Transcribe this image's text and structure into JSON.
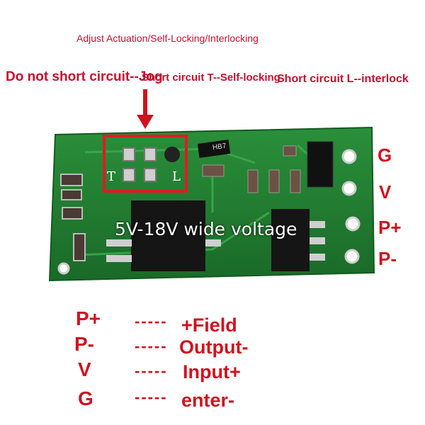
{
  "header": {
    "title": "Adjust Actuation/Self-Locking/Interlocking",
    "jog": "Do not short circuit--Jog",
    "self_locking": "Short circuit T--Self-locking",
    "interlock": "Short circuit L--interlock"
  },
  "board": {
    "voltage": "5V-18V wide voltage",
    "jumper_left": "T",
    "jumper_right": "L",
    "chip_marking": "HB7",
    "pins": [
      "G",
      "V",
      "P+",
      "P-"
    ],
    "colors": {
      "pcb": "#1f7a2e",
      "highlight": "#e01b24",
      "label_red": "#d0121f"
    }
  },
  "legend": {
    "keys": [
      "P+",
      "P-",
      "V",
      "G"
    ],
    "dashes": [
      "-----",
      "-----",
      "-----",
      "-----"
    ],
    "values": [
      "+Field",
      "Output-",
      "Input+",
      "enter-"
    ]
  }
}
